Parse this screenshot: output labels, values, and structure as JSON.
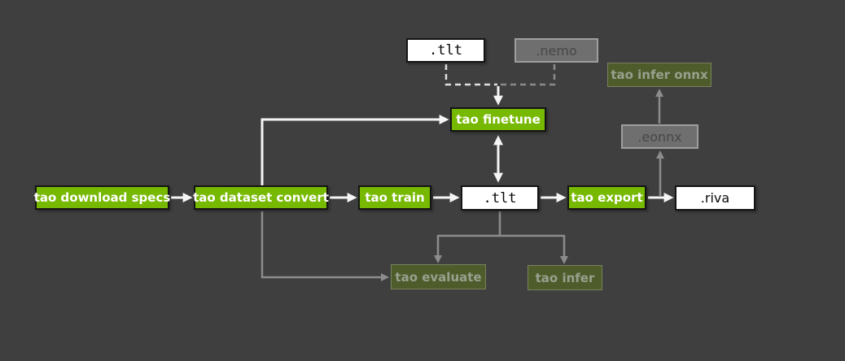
{
  "diagram": {
    "colors": {
      "background": "#3f3f3f",
      "nvidia_green": "#76b900",
      "dimmed_olive_green": "#4e5c2b",
      "file_box_white": "#ffffff",
      "dimmed_file_gray": "#6f6f6f",
      "arrow_white": "#f5f5f5",
      "arrow_gray": "#8c8c8c"
    },
    "nodes": {
      "tlt_top": {
        "label": ".tlt",
        "state": "active-file"
      },
      "nemo": {
        "label": ".nemo",
        "state": "dimmed-file"
      },
      "tao_infer_onnx": {
        "label": "tao infer onnx",
        "state": "dimmed-task"
      },
      "tao_finetune": {
        "label": "tao finetune",
        "state": "active-task"
      },
      "eonnx": {
        "label": ".eonnx",
        "state": "dimmed-file"
      },
      "tao_download_specs": {
        "label": "tao download specs",
        "state": "active-task"
      },
      "tao_dataset_convert": {
        "label": "tao dataset convert",
        "state": "active-task"
      },
      "tao_train": {
        "label": "tao train",
        "state": "active-task"
      },
      "tlt_mid": {
        "label": ".tlt",
        "state": "active-file"
      },
      "tao_export": {
        "label": "tao export",
        "state": "active-task"
      },
      "riva": {
        "label": ".riva",
        "state": "active-file"
      },
      "tao_evaluate": {
        "label": "tao evaluate",
        "state": "dimmed-task"
      },
      "tao_infer": {
        "label": "tao infer",
        "state": "dimmed-task"
      }
    },
    "edges": [
      {
        "from": "tao_download_specs",
        "to": "tao_dataset_convert",
        "style": "white-solid"
      },
      {
        "from": "tao_dataset_convert",
        "to": "tao_train",
        "style": "white-solid"
      },
      {
        "from": "tao_train",
        "to": "tlt_mid",
        "style": "white-solid"
      },
      {
        "from": "tlt_mid",
        "to": "tao_export",
        "style": "white-solid"
      },
      {
        "from": "tao_export",
        "to": "riva",
        "style": "white-solid"
      },
      {
        "from": "tao_dataset_convert",
        "to": "tao_finetune",
        "style": "white-solid-elbow"
      },
      {
        "from": "tao_finetune",
        "to": "tlt_mid",
        "style": "white-solid-bidirectional"
      },
      {
        "from": "tlt_top",
        "to": "tao_finetune",
        "style": "white-dashed"
      },
      {
        "from": "nemo",
        "to": "tao_finetune",
        "style": "gray-dashed"
      },
      {
        "from": "tao_dataset_convert",
        "to": "tao_evaluate",
        "style": "gray-solid-elbow"
      },
      {
        "from": "tlt_mid",
        "to": "tao_evaluate",
        "style": "gray-solid-branch"
      },
      {
        "from": "tlt_mid",
        "to": "tao_infer",
        "style": "gray-solid-branch"
      },
      {
        "from": "tao_export_riva_link",
        "to": "eonnx",
        "style": "gray-solid"
      },
      {
        "from": "eonnx",
        "to": "tao_infer_onnx",
        "style": "gray-solid"
      }
    ]
  }
}
